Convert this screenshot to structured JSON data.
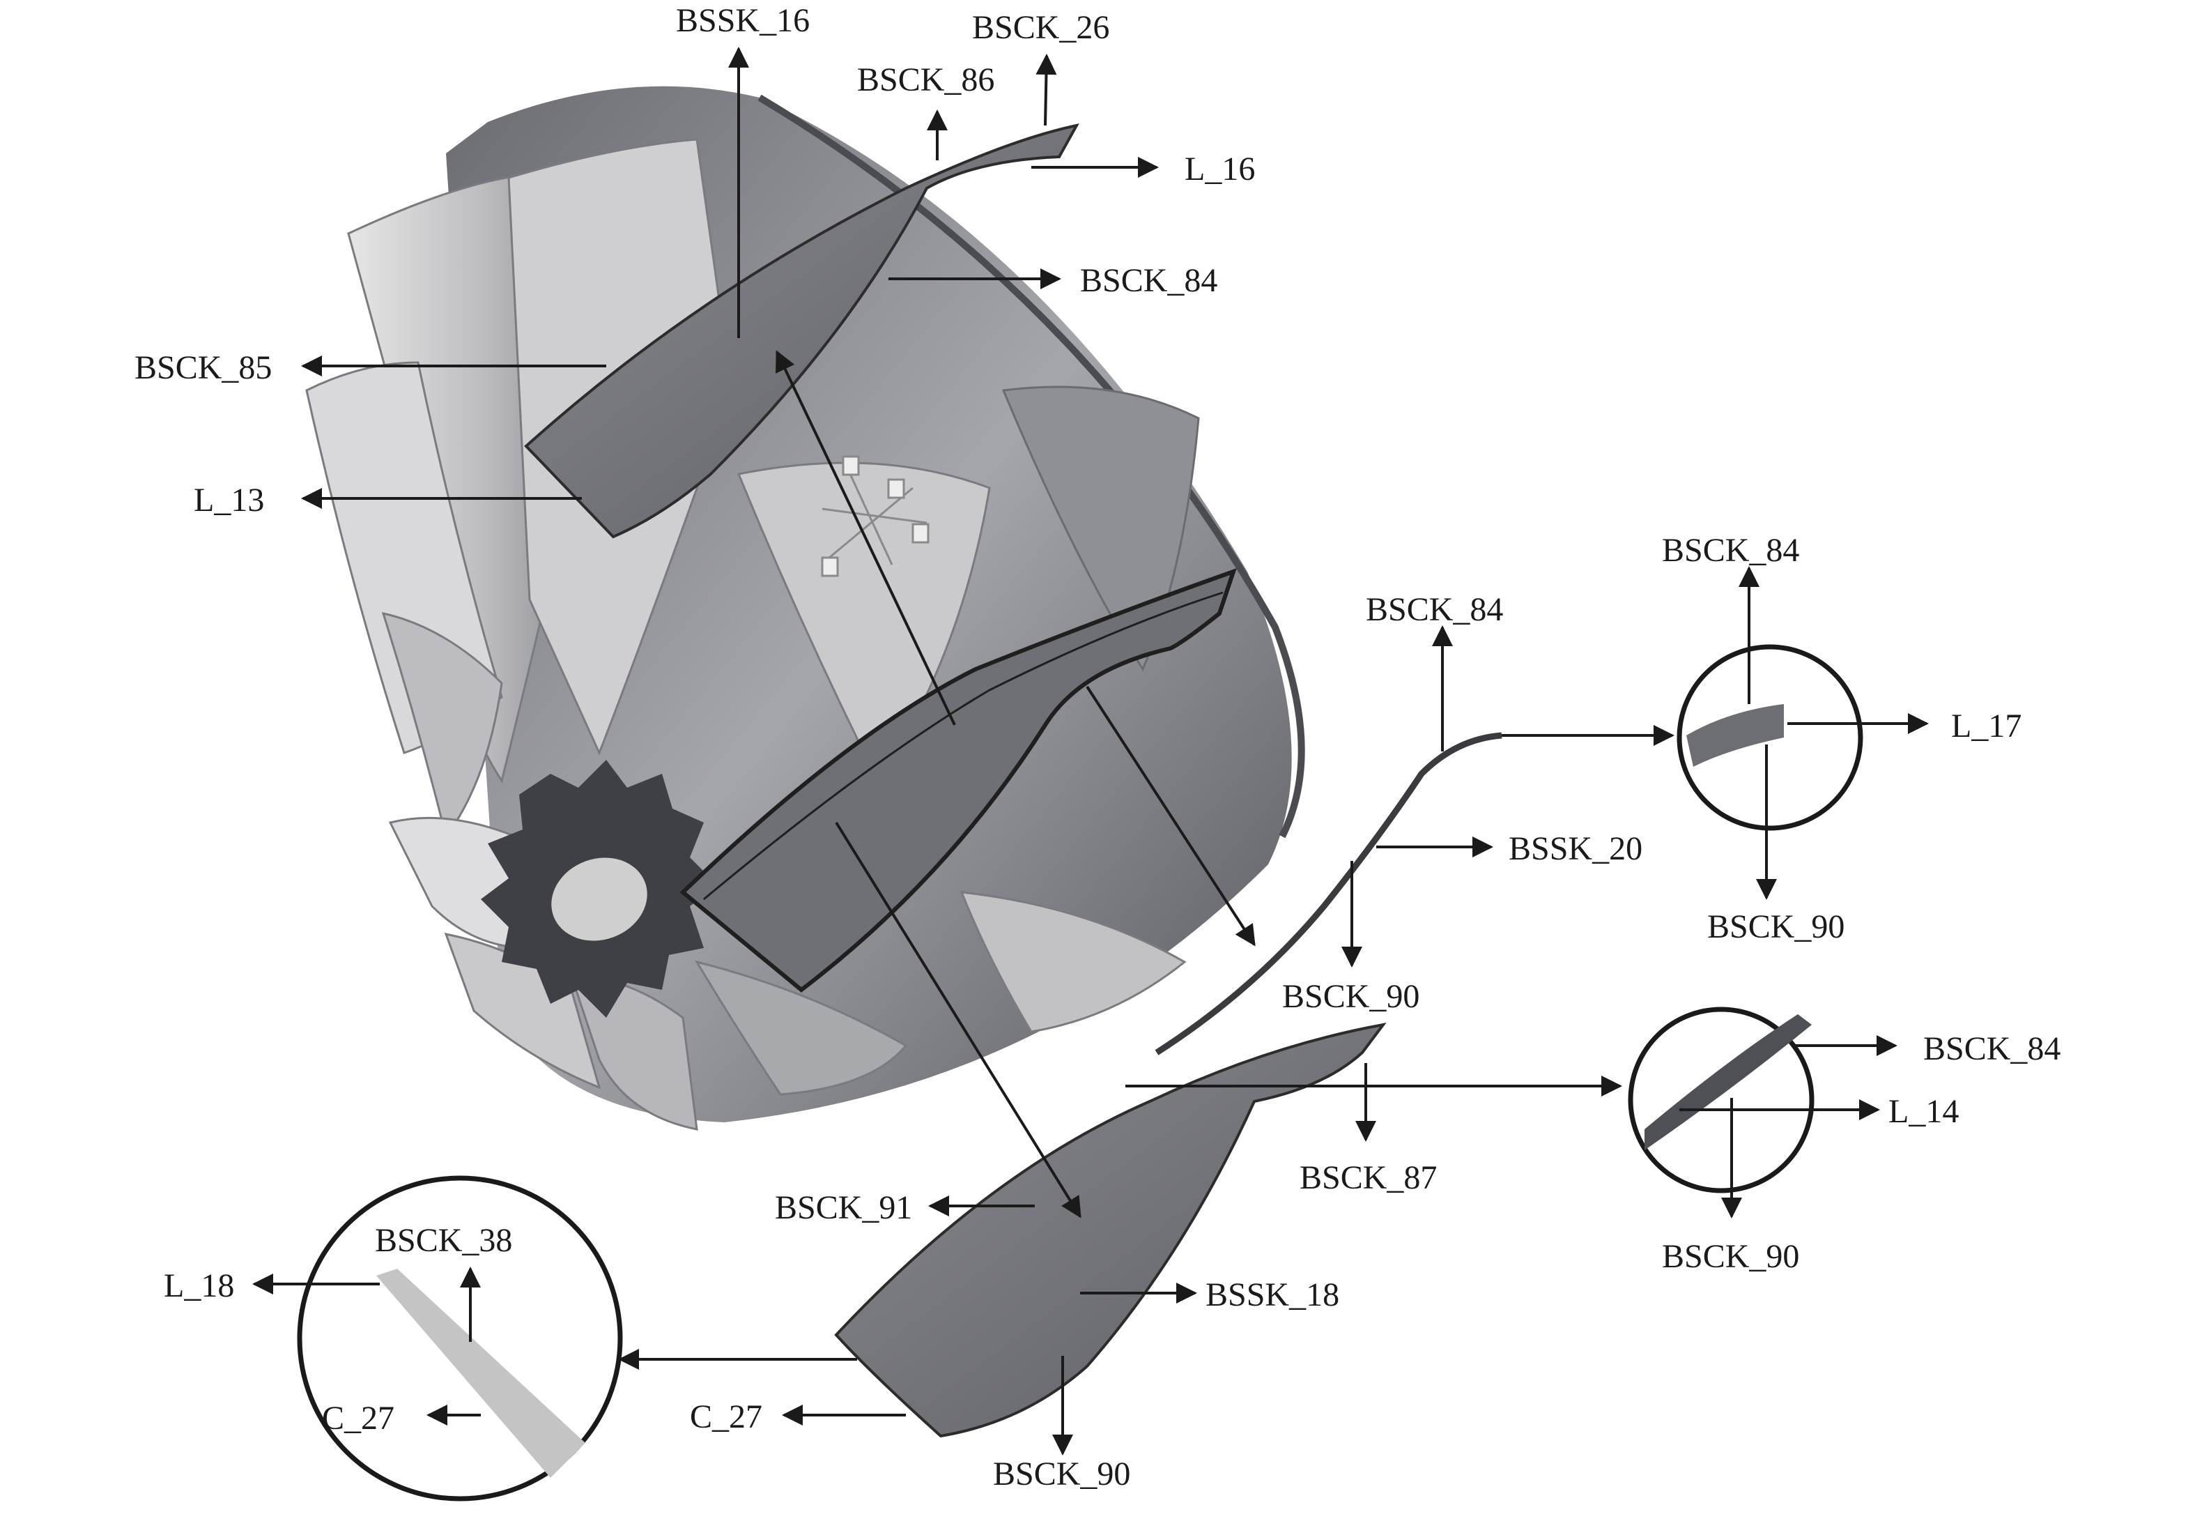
{
  "labels": {
    "bssk_16": "BSSK_16",
    "bsck_26": "BSCK_26",
    "bsck_86": "BSCK_86",
    "l_16": "L_16",
    "bsck_84_top": "BSCK_84",
    "bsck_85": "BSCK_85",
    "l_13": "L_13",
    "bsck_84_mid": "BSCK_84",
    "bsck_84_circle": "BSCK_84",
    "l_17": "L_17",
    "bssk_20": "BSSK_20",
    "bsck_90_circle1": "BSCK_90",
    "bsck_90_mid": "BSCK_90",
    "bsck_84_circle2": "BSCK_84",
    "l_14": "L_14",
    "bsck_90_circle2": "BSCK_90",
    "bsck_87": "BSCK_87",
    "bsck_91": "BSCK_91",
    "bssk_18": "BSSK_18",
    "l_18": "L_18",
    "bsck_38": "BSCK_38",
    "c_27_circle": "C_27",
    "c_27": "C_27",
    "bsck_90_bottom": "BSCK_90"
  },
  "colors": {
    "line": "#1a1a1a",
    "wheel_light": "#d7d7d7",
    "wheel_mid": "#9c9da2",
    "wheel_dark": "#5f6066",
    "hub": "#3f4045",
    "blade_section": "#76777d",
    "wedge": "#c4c4c4"
  }
}
